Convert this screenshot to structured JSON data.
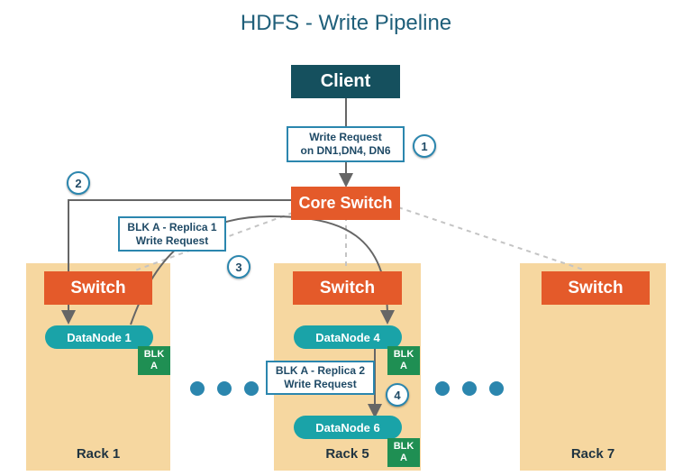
{
  "title": "HDFS - Write Pipeline",
  "client": "Client",
  "core_switch": "Core Switch",
  "switch_label": "Switch",
  "notes": {
    "write_request": [
      "Write Request",
      "on DN1,DN4, DN6"
    ],
    "replica1": [
      "BLK A - Replica 1",
      "Write Request"
    ],
    "replica2": [
      "BLK A - Replica 2",
      "Write Request"
    ]
  },
  "steps": [
    "1",
    "2",
    "3",
    "4"
  ],
  "racks": [
    "Rack 1",
    "Rack 5",
    "Rack 7"
  ],
  "datanodes": [
    "DataNode 1",
    "DataNode 4",
    "DataNode 6"
  ],
  "block": [
    "BLK",
    "A"
  ],
  "colors": {
    "title": "#1f5f7a",
    "client": "#15505e",
    "switch": "#e45a2a",
    "rack": "#f6d7a0",
    "datanode": "#1aa3a8",
    "block": "#1f8f53",
    "accent": "#2b86ae"
  }
}
